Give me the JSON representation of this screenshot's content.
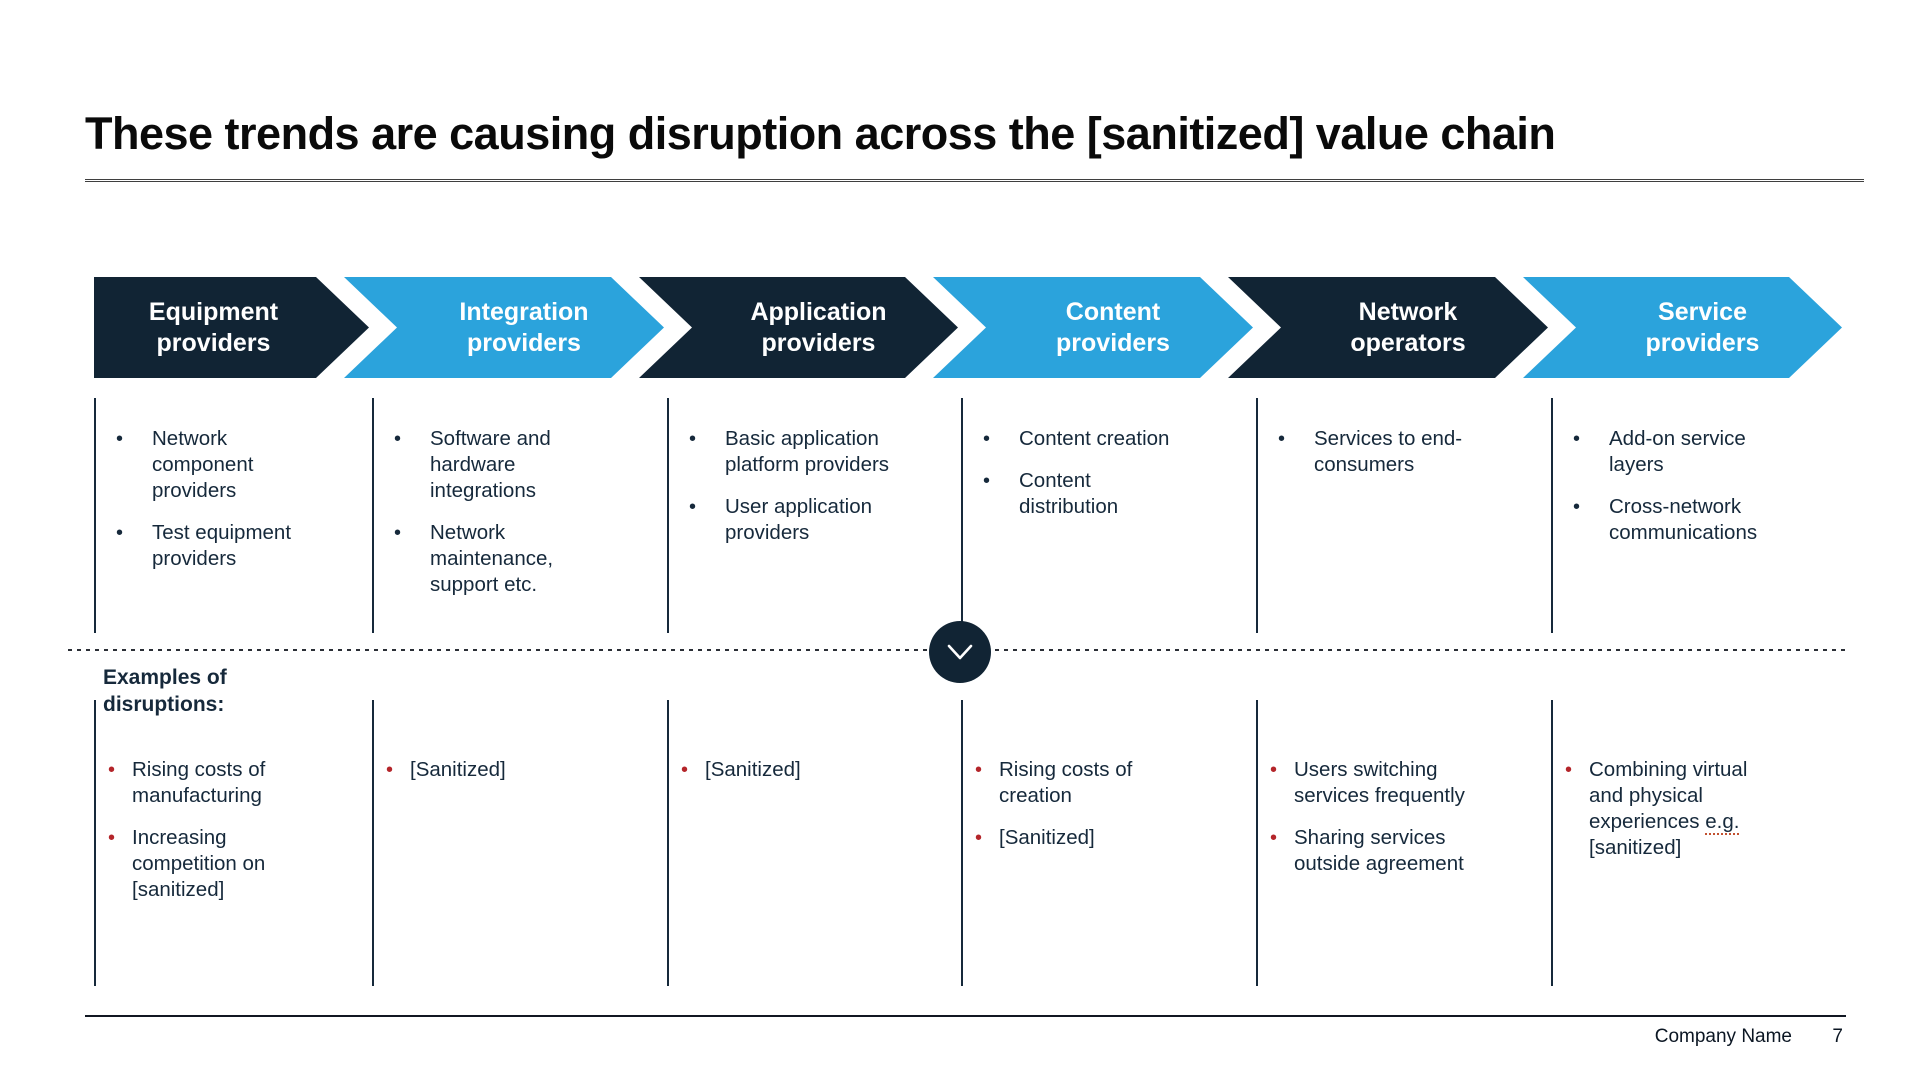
{
  "title": "These trends are causing disruption across the [sanitized] value chain",
  "examples_heading": "Examples of disruptions:",
  "colors": {
    "dark_navy": "#112434",
    "light_blue": "#2ba3dc",
    "body_text": "#16293b",
    "red_bullet": "#b4252a",
    "squiggle_red": "#c25130"
  },
  "stages": [
    {
      "label": "Equipment providers",
      "color_role": "dark",
      "items": [
        "Network component providers",
        "Test equipment providers"
      ],
      "disruptions": [
        {
          "text": "Rising costs of manufacturing"
        },
        {
          "text": "Increasing competition on [sanitized]"
        }
      ]
    },
    {
      "label": "Integration providers",
      "color_role": "blue",
      "items": [
        "Software and hardware integrations",
        "Network maintenance, support etc."
      ],
      "disruptions": [
        {
          "text": "[Sanitized]"
        }
      ]
    },
    {
      "label": "Application providers",
      "color_role": "dark",
      "items": [
        "Basic application platform providers",
        "User application providers"
      ],
      "disruptions": [
        {
          "text": "[Sanitized]"
        }
      ]
    },
    {
      "label": "Content providers",
      "color_role": "blue",
      "items": [
        "Content creation",
        "Content distribution"
      ],
      "disruptions": [
        {
          "text": "Rising costs of creation"
        },
        {
          "text": "[Sanitized]"
        }
      ]
    },
    {
      "label": "Network operators",
      "color_role": "dark",
      "items": [
        "Services to end-consumers"
      ],
      "disruptions": [
        {
          "text": "Users switching services frequently"
        },
        {
          "text": "Sharing services outside agreement"
        }
      ]
    },
    {
      "label": "Service providers",
      "color_role": "blue",
      "items": [
        "Add-on service layers",
        "Cross-network communications"
      ],
      "disruptions": [
        {
          "text_before": "Combining virtual and physical experiences ",
          "squiggle": "e.g.",
          "text_after": " [sanitized]"
        }
      ]
    }
  ],
  "footer": {
    "company": "Company Name",
    "page": "7"
  }
}
